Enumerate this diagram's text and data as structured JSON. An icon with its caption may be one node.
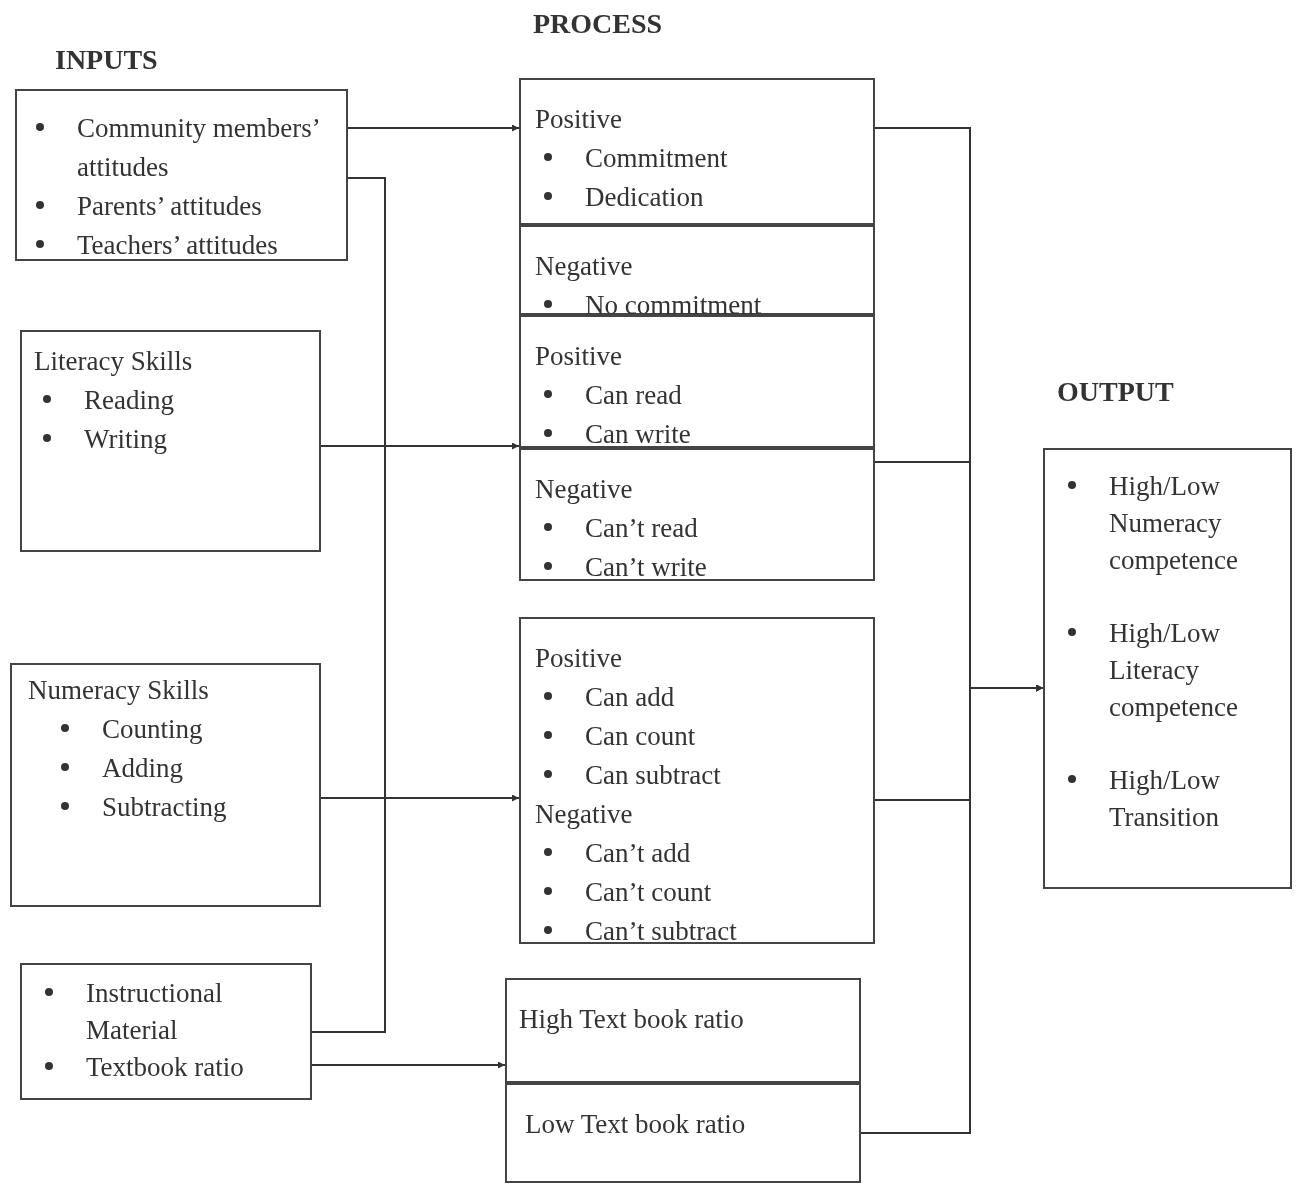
{
  "diagram": {
    "nodes": [
      {
        "text": [
          "Community members’ attitudes",
          "Parents’ attitudes",
          "Teachers’ attitudes"
        ]
      },
      {
        "text": [
          "Literacy Skills",
          "Reading",
          "Writing"
        ]
      },
      {
        "text": [
          "Numeracy Skills",
          "Counting",
          "Adding",
          "Subtracting"
        ]
      },
      {
        "text": [
          "Instructional Material",
          "Textbook ratio"
        ]
      },
      {
        "text": [
          "Positive",
          "Commitment",
          "Dedication"
        ]
      },
      {
        "text": [
          "Negative",
          "No commitment"
        ]
      },
      {
        "text": [
          "Positive",
          "Can read",
          "Can write"
        ]
      },
      {
        "text": [
          "Negative",
          "Can’t read",
          "Can’t write"
        ]
      },
      {
        "text": [
          "Positive",
          "Can add",
          "Can count",
          "Can subtract",
          "Negative",
          "Can’t add",
          "Can’t count",
          "Can’t subtract"
        ]
      },
      {
        "text": [
          "High Text book ratio"
        ]
      },
      {
        "text": [
          "Low Text book ratio"
        ]
      },
      {
        "text": [
          "High/Low Numeracy competence",
          "High/Low Literacy competence",
          "High/Low Transition"
        ]
      }
    ],
    "edges": [
      {
        "from": 0,
        "to": 4,
        "arrow": "to"
      },
      {
        "from": 0,
        "to": 3,
        "arrow": "none"
      },
      {
        "from": 1,
        "to": 6,
        "arrow": "to"
      },
      {
        "from": 2,
        "to": 8,
        "arrow": "to"
      },
      {
        "from": 3,
        "to": 9,
        "arrow": "to"
      },
      {
        "from": 4,
        "to": 11,
        "arrow": "to"
      },
      {
        "from": 7,
        "to": 11,
        "arrow": "to"
      },
      {
        "from": 8,
        "to": 11,
        "arrow": "to"
      },
      {
        "from": 10,
        "to": 11,
        "arrow": "to"
      }
    ],
    "labels": [
      "PROCESS",
      "INPUTS",
      "OUTPUT"
    ]
  }
}
